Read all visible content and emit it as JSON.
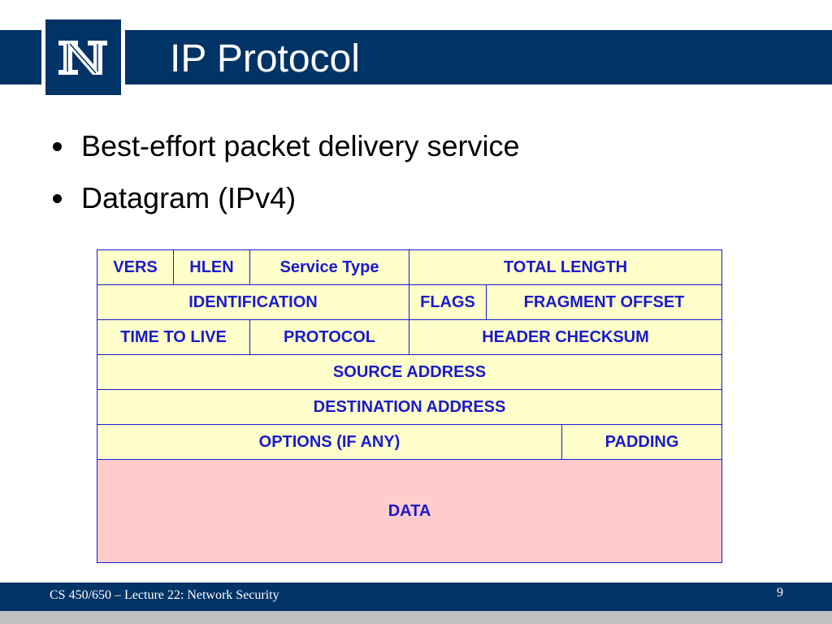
{
  "slide": {
    "title": "IP Protocol",
    "bullets": [
      "Best-effort packet delivery service",
      "Datagram (IPv4)"
    ],
    "footer": "CS 450/650 – Lecture 22: Network Security",
    "page_number": "9",
    "logo": {
      "icon": "university-n-logo-icon"
    }
  },
  "datagram": {
    "row1": {
      "vers": "VERS",
      "hlen": "HLEN",
      "service_type": "Service Type",
      "total_length": "TOTAL LENGTH"
    },
    "row2": {
      "identification": "IDENTIFICATION",
      "flags": "FLAGS",
      "fragment_offset": "FRAGMENT OFFSET"
    },
    "row3": {
      "ttl": "TIME TO LIVE",
      "protocol": "PROTOCOL",
      "header_checksum": "HEADER CHECKSUM"
    },
    "row4": {
      "source_address": "SOURCE ADDRESS"
    },
    "row5": {
      "destination_address": "DESTINATION ADDRESS"
    },
    "row6": {
      "options": "OPTIONS (IF ANY)",
      "padding": "PADDING"
    },
    "row7": {
      "data": "DATA"
    }
  },
  "colors": {
    "brand_navy": "#003366",
    "header_cell_fill": "#ffffcc",
    "data_cell_fill": "#ffcccc",
    "cell_text_and_border": "#1a1acc",
    "footer_strip": "#c0c0c0"
  }
}
